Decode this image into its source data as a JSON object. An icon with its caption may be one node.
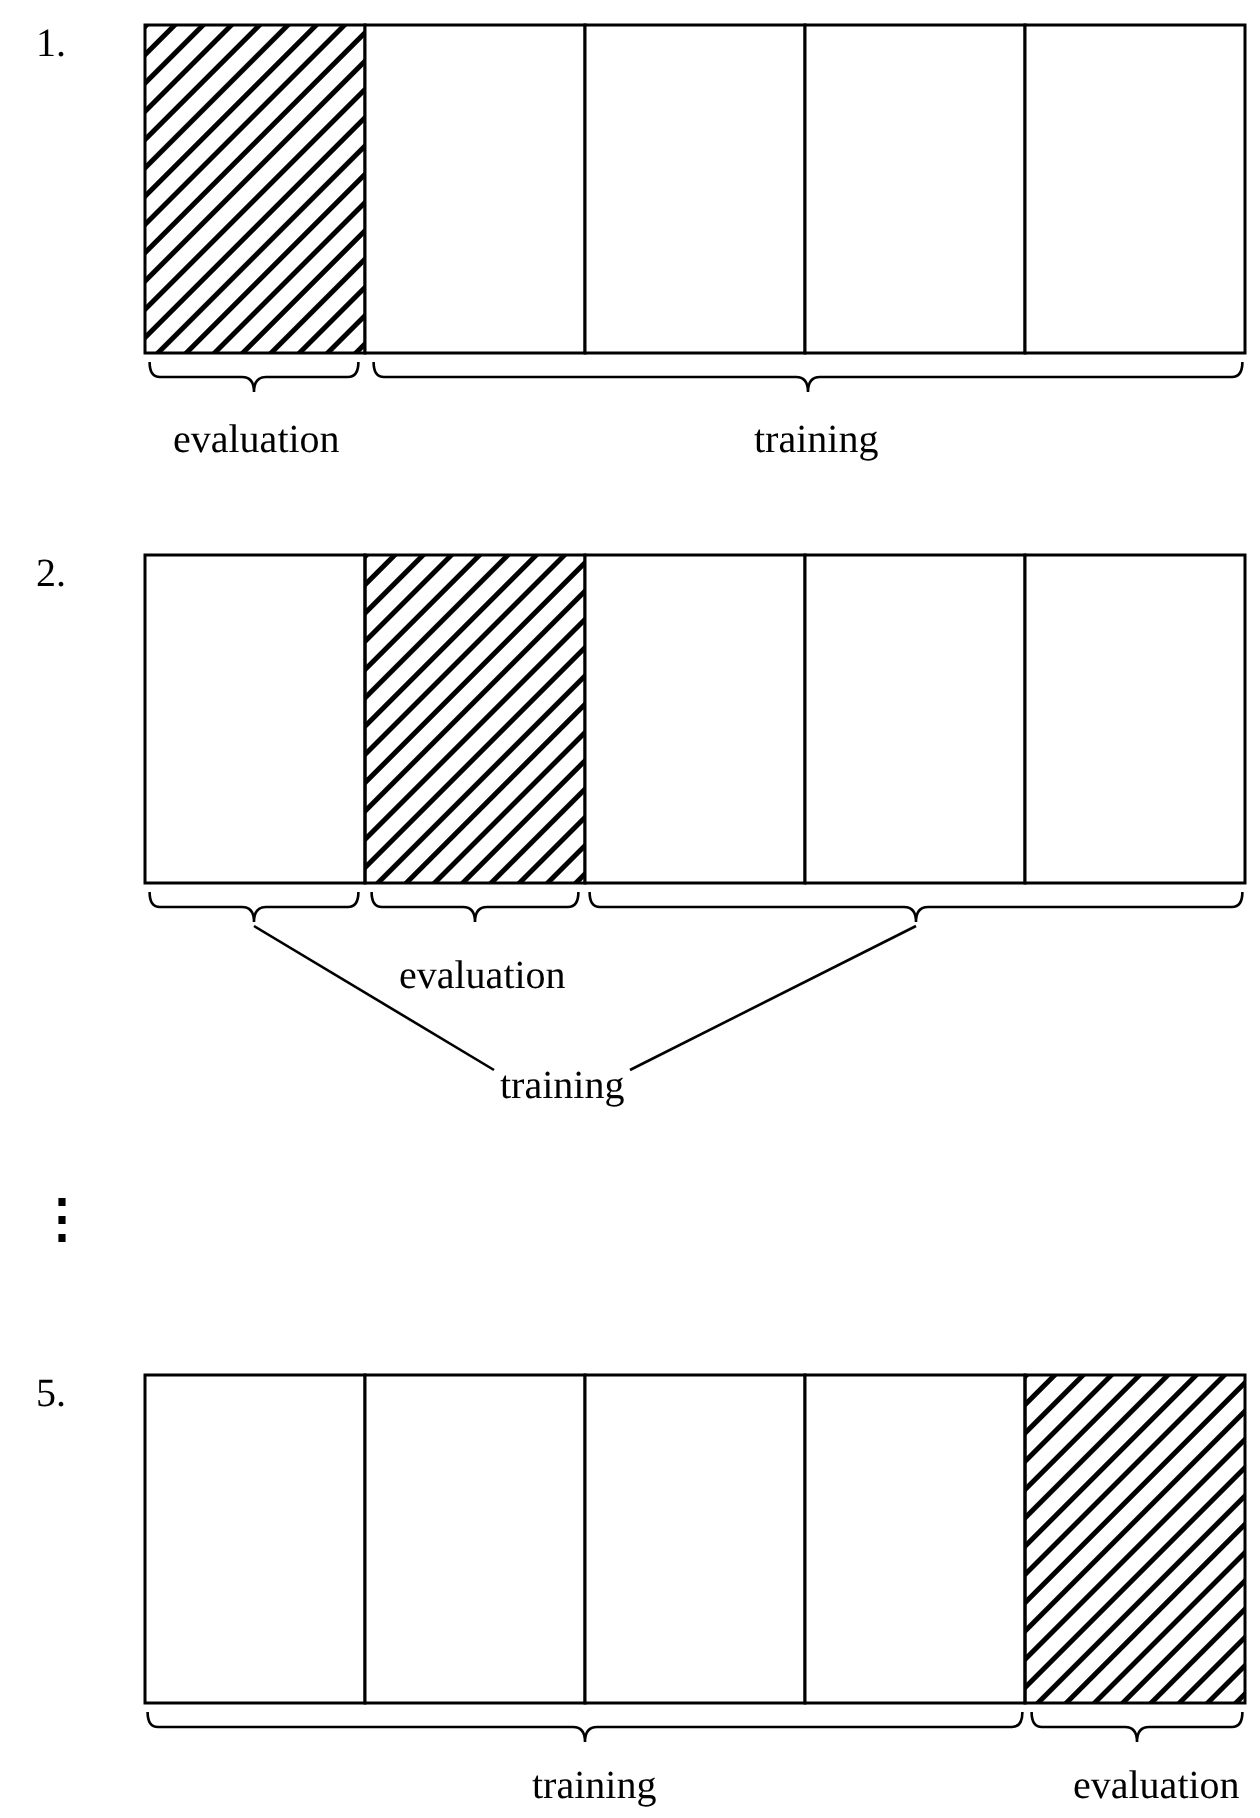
{
  "diagram": {
    "nodes": [
      {
        "text": [],
        "shape": "box"
      },
      {
        "text": [],
        "shape": "box"
      },
      {
        "text": [],
        "shape": "box"
      },
      {
        "text": [],
        "shape": "box"
      },
      {
        "text": [],
        "shape": "box"
      },
      {
        "text": [],
        "shape": "box"
      },
      {
        "text": [],
        "shape": "box"
      },
      {
        "text": [],
        "shape": "box"
      },
      {
        "text": [],
        "shape": "box"
      },
      {
        "text": [],
        "shape": "box"
      },
      {
        "text": [],
        "shape": "box"
      },
      {
        "text": [],
        "shape": "box"
      },
      {
        "text": [],
        "shape": "box"
      },
      {
        "text": [],
        "shape": "box"
      },
      {
        "text": [],
        "shape": "box"
      },
      {
        "text": [],
        "shape": "brace"
      },
      {
        "text": [],
        "shape": "brace"
      },
      {
        "text": [
          "training"
        ]
      }
    ],
    "edges": [
      {
        "from": 17,
        "to": 15,
        "arrow": "none"
      },
      {
        "from": 17,
        "to": 16,
        "arrow": "none"
      }
    ],
    "labels": [
      "1.",
      "evaluation",
      "training",
      "2.",
      "evaluation",
      "⋮",
      "5.",
      "training",
      "evaluation"
    ]
  }
}
